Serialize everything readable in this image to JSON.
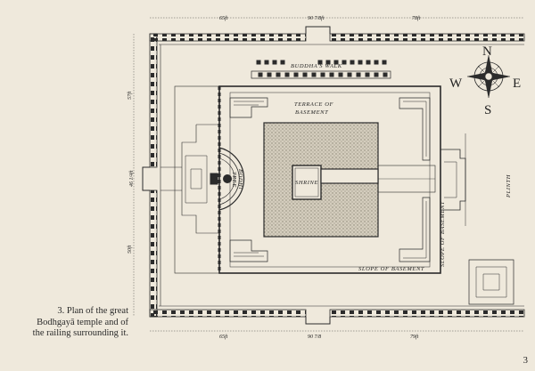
{
  "caption": {
    "line1": "3. Plan of the great",
    "line2": "Bodhgayā temple and of",
    "line3": "the railing surrounding it."
  },
  "page_number": "3",
  "labels": {
    "buddhas_walk": "BUDDHA'S WALK",
    "terrace": "TERRACE OF",
    "basement": "BASEMENT",
    "shrine": "SHRINE",
    "bodhi": "BODHI",
    "tree": "TREE",
    "plinth": "PLINTH",
    "slope_right": "SLOPE OF BASEMENT",
    "slope_bottom": "SLOPE OF BASEMENT"
  },
  "dimensions": {
    "top_left": "65ft",
    "top_center": "90 7/8ft",
    "top_right": "78ft",
    "bottom_left": "65ft",
    "bottom_center": "90 7/8",
    "bottom_right": "79ft",
    "left_top": "57ft",
    "left_center": "46 1/4ft",
    "left_bottom": "50ft"
  },
  "compass": {
    "north": "N",
    "south": "S",
    "east": "E",
    "west": "W"
  },
  "colors": {
    "paper": "#efe9dc",
    "ink": "#2b2b2b",
    "stipple": "#bdb6a6"
  }
}
